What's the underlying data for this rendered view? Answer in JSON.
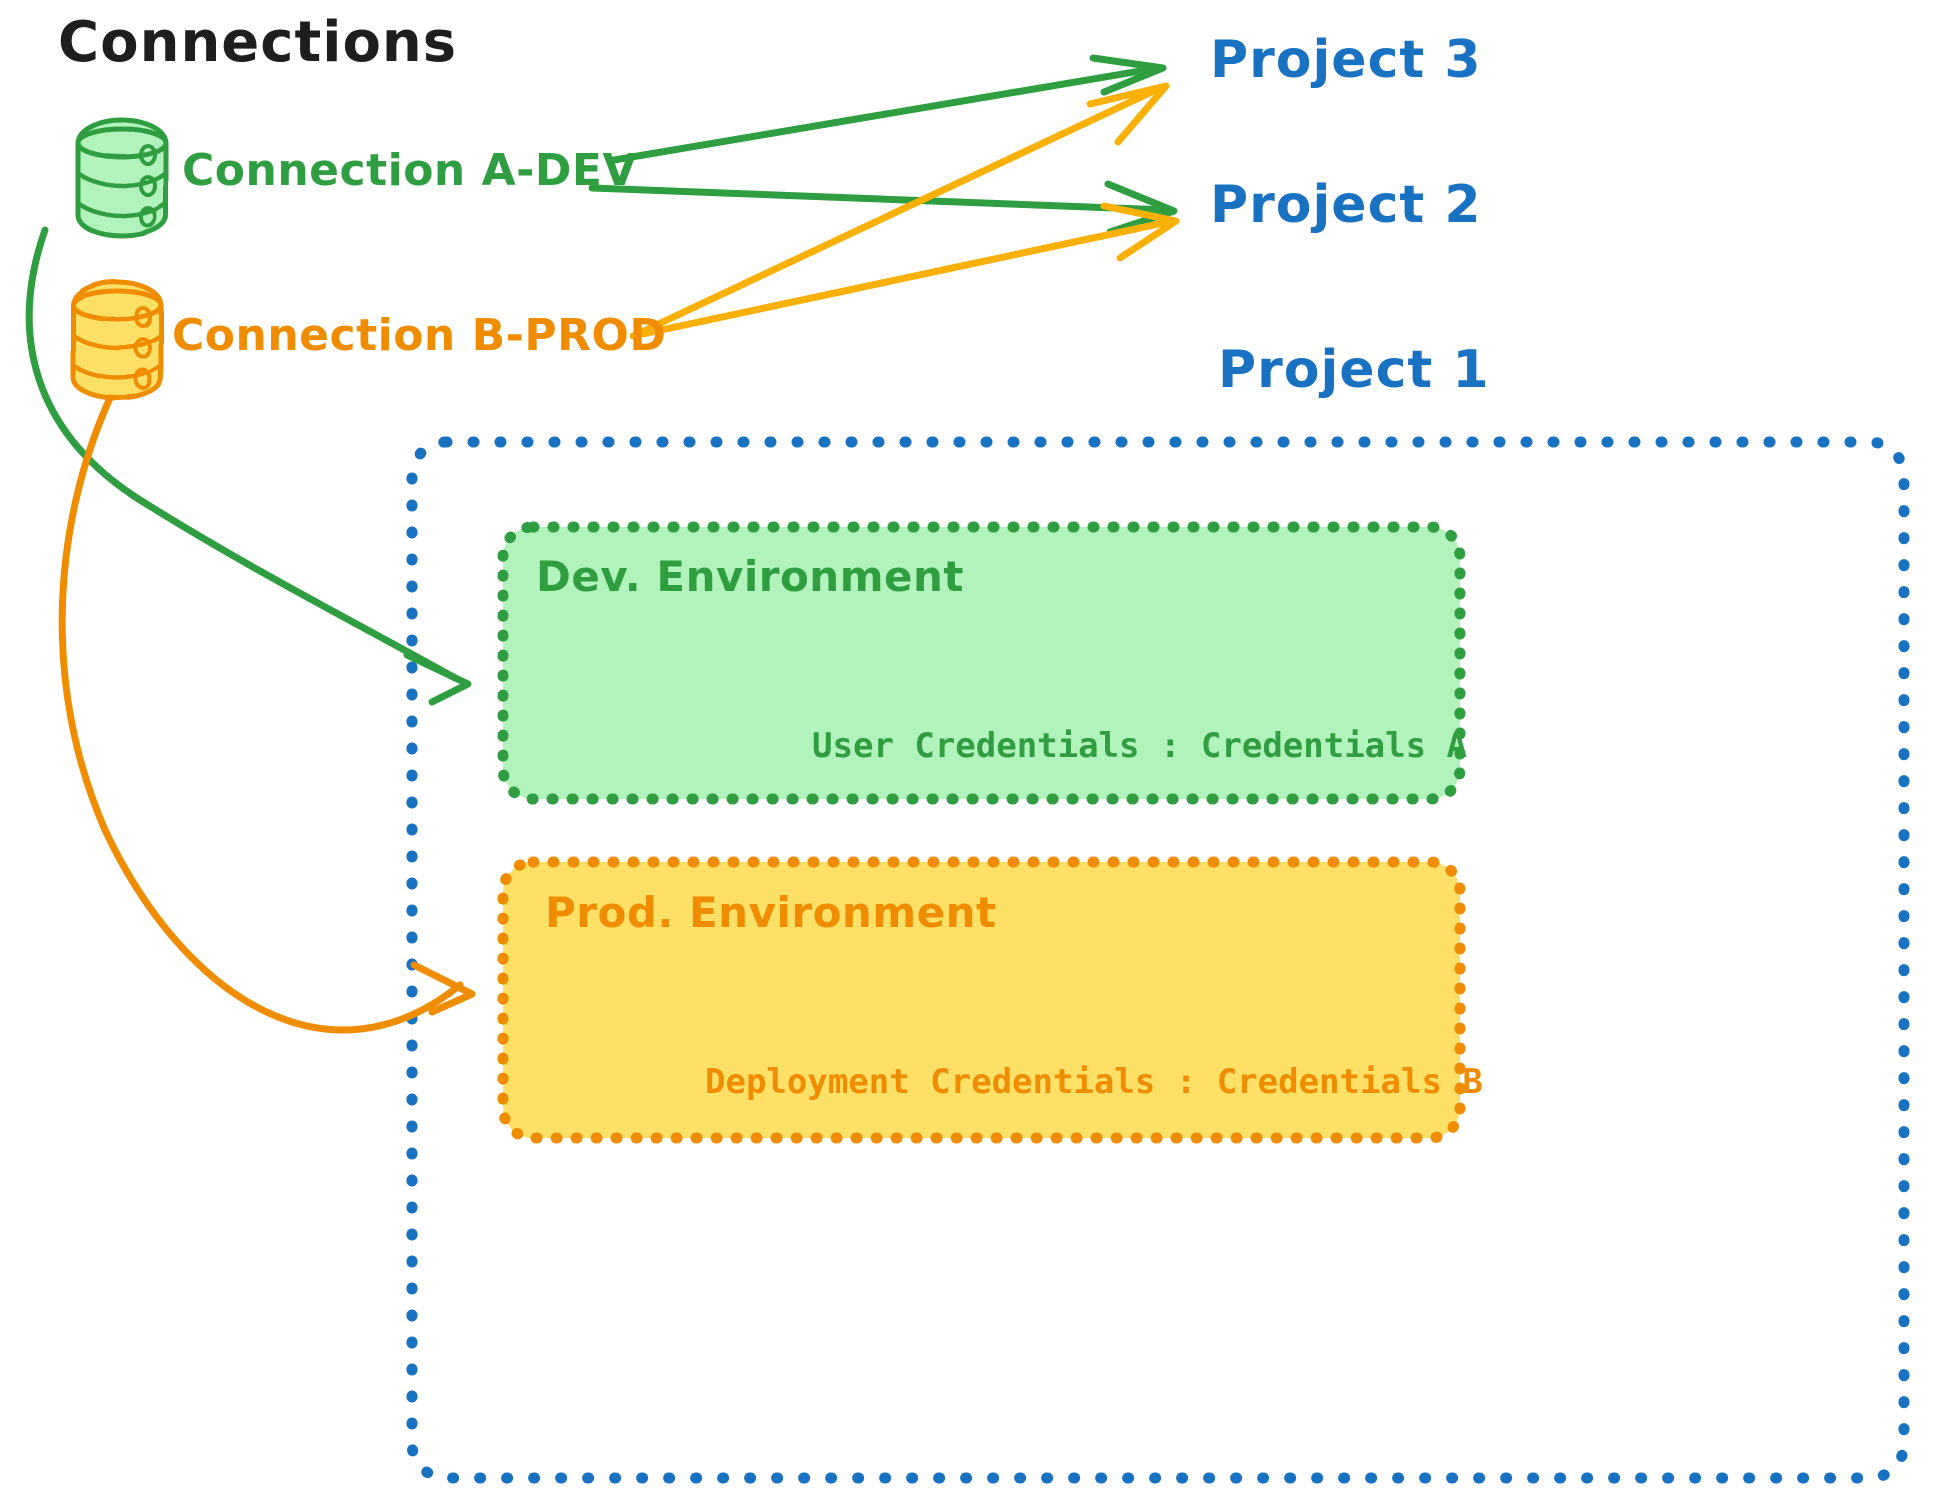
{
  "diagram": {
    "title": "Connections",
    "colors": {
      "green_stroke": "#2f9e41",
      "green_fill": "#b2f2bb",
      "orange_stroke": "#f08c00",
      "orange_fill": "#ffe066",
      "blue": "#1971c2",
      "black": "#1e1e1e"
    }
  },
  "connections": [
    {
      "id": "a",
      "label": "Connection A-DEV",
      "icon": "database-cylinder-icon",
      "color": "#2f9e41"
    },
    {
      "id": "b",
      "label": "Connection B-PROD",
      "icon": "database-cylinder-icon",
      "color": "#f08c00"
    }
  ],
  "projects": [
    {
      "id": "p3",
      "label": "Project 3"
    },
    {
      "id": "p2",
      "label": "Project 2"
    },
    {
      "id": "p1",
      "label": "Project 1"
    }
  ],
  "project1": {
    "label": "Project 1",
    "environments": [
      {
        "id": "dev",
        "title": "Dev. Environment",
        "credentials_label": "User Credentials",
        "credentials_value": "Credentials A",
        "credentials_line": "User Credentials : Credentials A",
        "color": "#2f9e41",
        "fill": "#b2f2bb"
      },
      {
        "id": "prod",
        "title": "Prod. Environment",
        "credentials_label": "Deployment Credentials",
        "credentials_value": "Credentials B",
        "credentials_line": "Deployment Credentials : Credentials B",
        "color": "#f08c00",
        "fill": "#ffe066"
      }
    ]
  },
  "edges": [
    {
      "from": "Connection A-DEV",
      "to": "Project 3",
      "color": "#2f9e41"
    },
    {
      "from": "Connection A-DEV",
      "to": "Project 2",
      "color": "#2f9e41"
    },
    {
      "from": "Connection A-DEV",
      "to": "Dev. Environment",
      "color": "#2f9e41"
    },
    {
      "from": "Connection B-PROD",
      "to": "Project 3",
      "color": "#f08c00"
    },
    {
      "from": "Connection B-PROD",
      "to": "Project 2",
      "color": "#f08c00"
    },
    {
      "from": "Connection B-PROD",
      "to": "Prod. Environment",
      "color": "#f08c00"
    }
  ]
}
